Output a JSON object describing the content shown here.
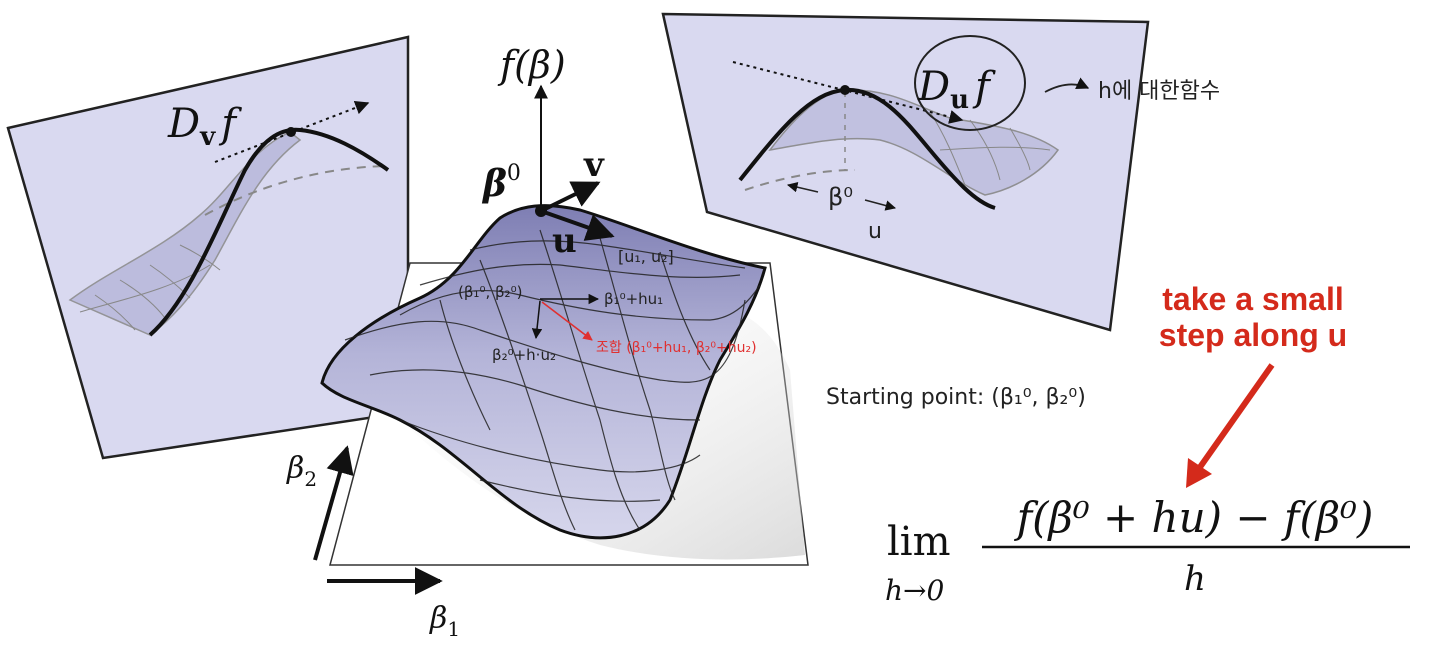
{
  "axes": {
    "vertical": "f(β)",
    "horizontal": "β",
    "horizontal_sub": "1",
    "depth": "β",
    "depth_sub": "2"
  },
  "point": {
    "base": "β",
    "sup": "0"
  },
  "vectors": {
    "v": "v",
    "u": "u"
  },
  "left_panel": {
    "label_D": "D",
    "label_sub": "v",
    "label_f": "f"
  },
  "right_panel": {
    "label_D": "D",
    "label_sub": "u",
    "label_f": "f"
  },
  "handwritten_notes": {
    "u_components": "[u₁, u₂]",
    "start_pair": "(β₁⁰, β₂⁰)",
    "step_beta1": "β₁⁰+hu₁",
    "step_beta2": "β₂⁰+h·u₂",
    "combined_step": "조합 (β₁⁰+hu₁, β₂⁰+hu₂)",
    "starting_point": "Starting point: (β₁⁰, β₂⁰)",
    "right_arrow_note": "h에 대한함수",
    "beta_mark": "β⁰",
    "u_mark": "u"
  },
  "callout": {
    "line1": "take a small",
    "line2": "step along u",
    "color": "#d42a1b"
  },
  "formula": {
    "lim": "lim",
    "subscript": "h→0",
    "numerator": "f(β⁰ + hu) − f(β⁰)",
    "denominator": "h"
  },
  "colors": {
    "panel_fill": "#d9d9f0",
    "surface_top": "#8e8ebd",
    "surface_light": "#c8c8e4",
    "annotation_red": "#e03030"
  }
}
